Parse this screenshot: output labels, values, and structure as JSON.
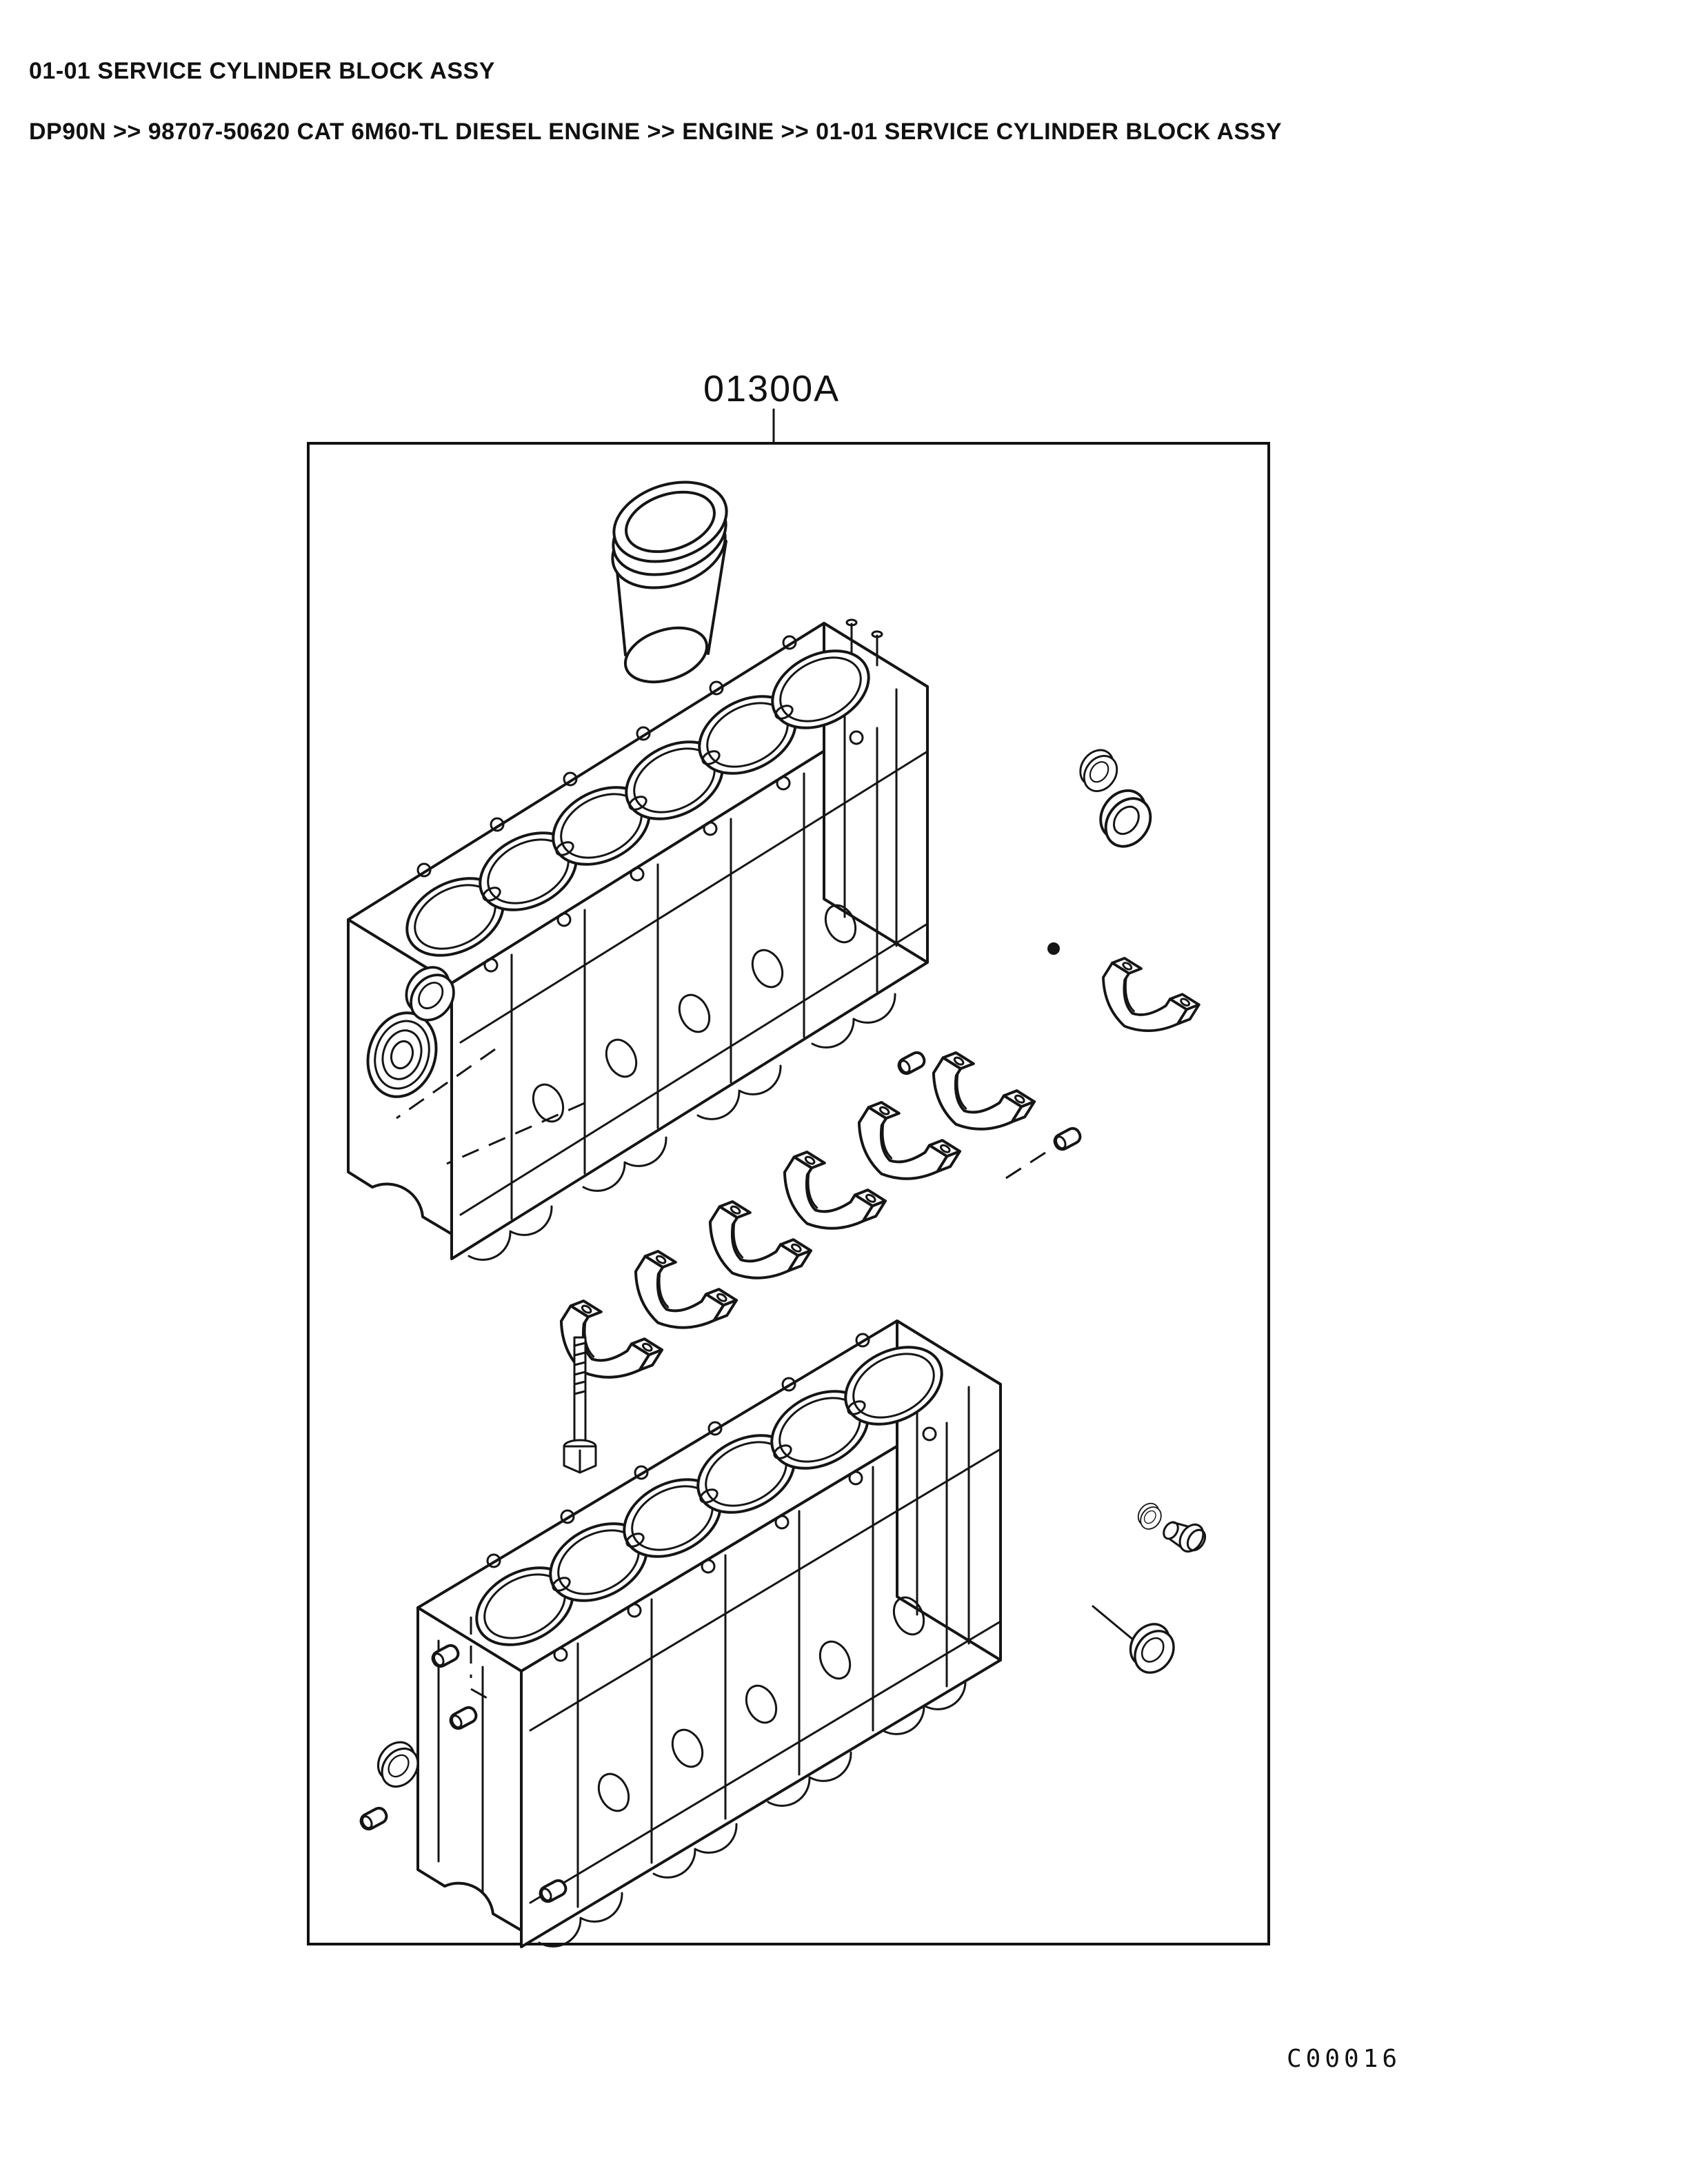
{
  "page": {
    "background": "#ffffff",
    "ink": "#111111"
  },
  "header": {
    "section_title": "01-01 SERVICE CYLINDER BLOCK ASSY",
    "breadcrumb": "DP90N >> 98707-50620 CAT 6M60-TL DIESEL ENGINE >> ENGINE >> 01-01 SERVICE CYLINDER BLOCK ASSY"
  },
  "figure": {
    "callout_label": "01300A",
    "drawing_code": "C00016"
  }
}
